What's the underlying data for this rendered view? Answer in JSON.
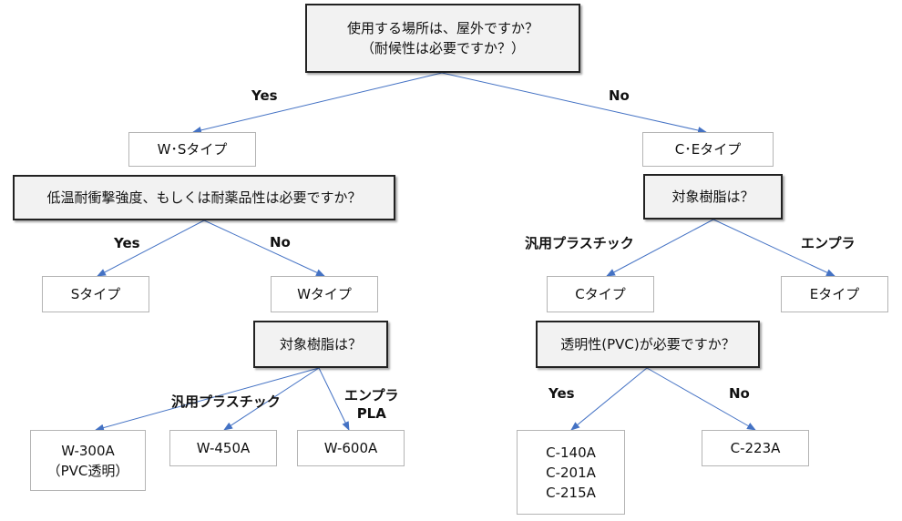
{
  "colors": {
    "edge": "#4472c4",
    "question_fill": "#f2f2f2",
    "question_border": "#222222",
    "result_border": "#b4b4b4"
  },
  "nodes": {
    "q_outdoor": {
      "line1": "使用する場所は、屋外ですか？",
      "line2": "（耐候性は必要ですか？）"
    },
    "r_ws": "W･Sタイプ",
    "r_ce": "C･Eタイプ",
    "q_impact": "低温耐衝撃強度、もしくは耐薬品性は必要ですか？",
    "q_resin_right": "対象樹脂は？",
    "r_s": "Sタイプ",
    "r_w": "Wタイプ",
    "r_c": "Cタイプ",
    "r_e": "Eタイプ",
    "q_resin_left": "対象樹脂は？",
    "q_pvc": "透明性(PVC)が必要ですか？",
    "r_w300": {
      "line1": "W-300A",
      "line2": "（PVC透明）"
    },
    "r_w450": "W-450A",
    "r_w600": "W-600A",
    "r_c140": {
      "line1": "C-140A",
      "line2": "C-201A",
      "line3": "C-215A"
    },
    "r_c223": "C-223A"
  },
  "edge_labels": {
    "top_yes": "Yes",
    "top_no": "No",
    "impact_yes": "Yes",
    "impact_no": "No",
    "right_general": "汎用プラスチック",
    "right_engineering": "エンプラ",
    "left_general": "汎用プラスチック",
    "left_engineering": {
      "line1": "エンプラ",
      "line2": "PLA"
    },
    "pvc_yes": "Yes",
    "pvc_no": "No"
  }
}
